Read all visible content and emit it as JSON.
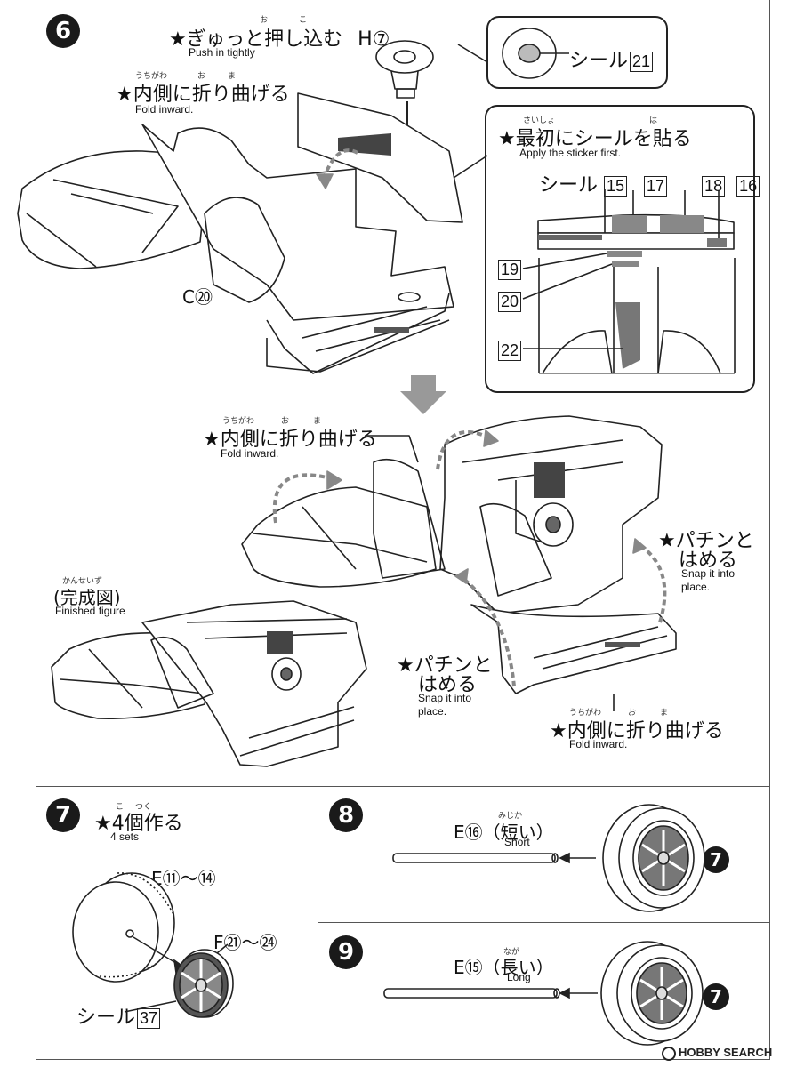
{
  "step6": {
    "number": "6",
    "push_instr": {
      "ruby1": "お",
      "ruby2": "こ",
      "jp": "★ぎゅっと押し込む",
      "part": "H",
      "num": "⑦",
      "en": "Push in tightly"
    },
    "fold1": {
      "ruby1": "うちがわ",
      "ruby2": "お",
      "ruby3": "ま",
      "jp": "★内側に折り曲げる",
      "en": "Fold inward."
    },
    "callout_top": {
      "label": "シール",
      "num": "21"
    },
    "callout_sticker": {
      "ruby1": "さいしょ",
      "ruby2": "は",
      "jp": "★最初にシールを貼る",
      "en": "Apply the sticker first.",
      "label": "シール",
      "nums": [
        "15",
        "17",
        "18",
        "16"
      ],
      "left_nums": [
        "19",
        "20",
        "22"
      ]
    },
    "part_c": "C⑳",
    "fold2": {
      "ruby1": "うちがわ",
      "ruby2": "お",
      "ruby3": "ま",
      "jp": "★内側に折り曲げる",
      "en": "Fold inward."
    },
    "snap_right": {
      "jp1": "★パチンと",
      "jp2": "はめる",
      "en1": "Snap it into",
      "en2": "place."
    },
    "finished": {
      "ruby": "かんせいず",
      "jp": "(完成図)",
      "en": "Finished figure"
    },
    "snap_bottom": {
      "jp1": "★パチンと",
      "jp2": "はめる",
      "en1": "Snap it into",
      "en2": "place."
    },
    "fold3": {
      "ruby1": "うちがわ",
      "ruby2": "お",
      "ruby3": "ま",
      "jp": "★内側に折り曲げる",
      "en": "Fold inward."
    }
  },
  "step7": {
    "number": "7",
    "ruby1": "こ",
    "ruby2": "つく",
    "jp": "★4個作る",
    "en": "4 sets",
    "tire_label": "E⑪～⑭",
    "wheel_label": "F㉑～㉔",
    "seal_label": "シール",
    "seal_num": "37"
  },
  "step8": {
    "number": "8",
    "ruby": "みじか",
    "label": "E⑯（短い）",
    "en": "Short",
    "ref": "7"
  },
  "step9": {
    "number": "9",
    "ruby": "なが",
    "label": "E⑮（長い）",
    "en": "Long",
    "ref": "7"
  },
  "watermark": "HOBBY SEARCH"
}
